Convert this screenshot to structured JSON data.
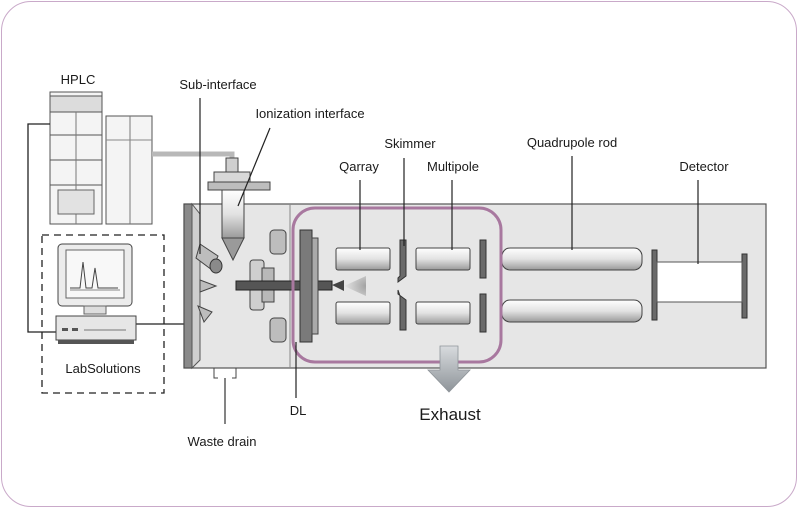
{
  "labels": {
    "hplc": "HPLC",
    "sub_interface": "Sub-interface",
    "ionization_interface": "Ionization interface",
    "skimmer": "Skimmer",
    "quadrupole_rod": "Quadrupole rod",
    "qarray": "Qarray",
    "multipole": "Multipole",
    "detector": "Detector",
    "labsolutions": "LabSolutions",
    "dl": "DL",
    "waste_drain": "Waste drain",
    "exhaust": "Exhaust"
  },
  "colors": {
    "highlight_box": "#a8789f",
    "chamber_fill": "#e6e6e6",
    "chamber_stroke": "#555555",
    "rod_fill": "#e8e8e8",
    "exhaust_arrow": "#b0b4b8"
  }
}
